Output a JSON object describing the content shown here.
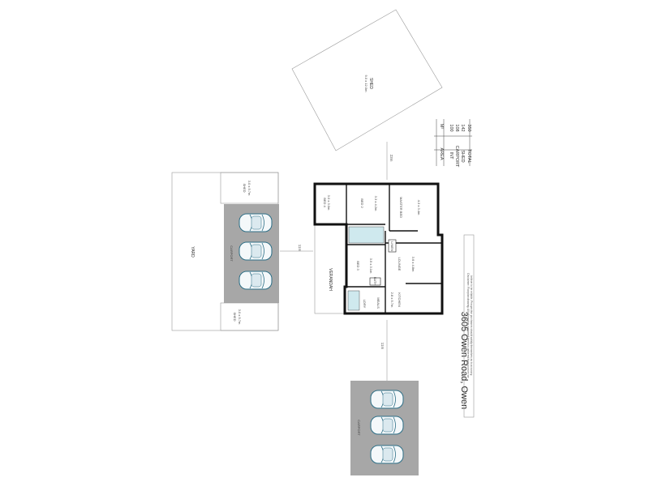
{
  "title": "3605 Owen Road, Owen",
  "disclaimer_line1": "Disclaimer: Floorplan drawing. All information contained herein is gathered from sources we",
  "disclaimer_line2": "believe to be reliable. Prospective purchasers should satisfy themselves as to accuracy.",
  "disclaimer_line3": "No liability accepted. Please refer to your own inspection and enquiries.",
  "area_table": {
    "header": {
      "label": "AREA",
      "unit": "M²"
    },
    "rows": [
      {
        "label": "INT",
        "value": "100"
      },
      {
        "label": "CARPORT",
        "value": "108"
      },
      {
        "label": "SHED",
        "value": "142"
      },
      {
        "label": "TOTAL",
        "value": "350"
      }
    ]
  },
  "rooms": {
    "bed4": {
      "name": "BED 4",
      "dims": "3.0 x 3.0m"
    },
    "bed2": {
      "name": "BED 2",
      "dims": "3.3 x 4.2m"
    },
    "master": {
      "name": "MASTER BED",
      "dims": "4.3 x 3.4m"
    },
    "bed3": {
      "name": "BED 3",
      "dims": "3.5 x 3.1m"
    },
    "lounge": {
      "name": "LOUNGE",
      "dims": "3.6 x 4.8m"
    },
    "kitchen": {
      "name": "KITCHEN",
      "dims": ""
    },
    "meals": {
      "name": "MEALS",
      "dims": "2.8 x 5.7m"
    },
    "verandah": {
      "name": "VERANDAH"
    },
    "laundry": {
      "name": "LDRY"
    },
    "linen": {
      "name": "LINEN"
    },
    "bath": {
      "name": "BATH"
    }
  },
  "outbuildings": {
    "shed_top": {
      "name": "SHED",
      "dims": "9.0 x 12.0m"
    },
    "shed_left_top": {
      "name": "SHED",
      "dims": "3.0 x 5.7m"
    },
    "shed_left_bottom": {
      "name": "SHED",
      "dims": "3.0 x 5.7m"
    },
    "yard": {
      "name": "YARD"
    },
    "carport_left": {
      "name": "CARPORT"
    },
    "carport_bottom": {
      "name": "CARPORT"
    }
  },
  "dimensions": {
    "top_gap": "23m",
    "left_gap": "11m",
    "bottom_gap": "11m"
  }
}
